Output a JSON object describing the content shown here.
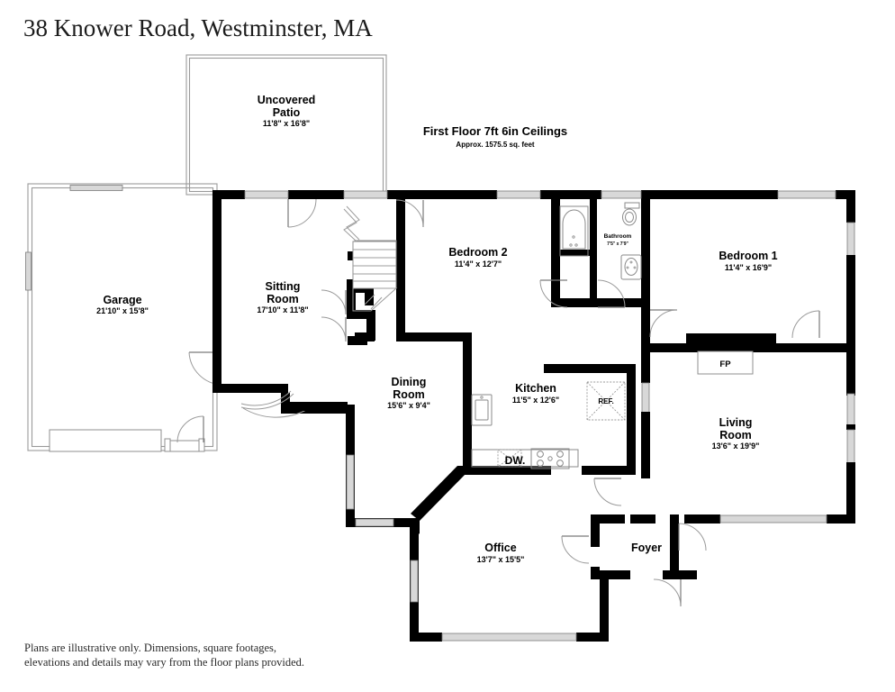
{
  "document": {
    "title": "38 Knower Road, Westminster, MA",
    "disclaimer_line1": "Plans are illustrative only. Dimensions, square footages,",
    "disclaimer_line2": "elevations and details may vary from the floor plans provided."
  },
  "plan_header": {
    "main": "First Floor 7ft 6in Ceilings",
    "sub": "Approx. 1575.5 sq. feet"
  },
  "rooms": [
    {
      "id": "uncovered-patio",
      "name_line1": "Uncovered",
      "name_line2": "Patio",
      "dimensions": "11'8\" x 16'8\""
    },
    {
      "id": "garage",
      "name_line1": "Garage",
      "name_line2": "",
      "dimensions": "21'10\" x 15'8\""
    },
    {
      "id": "sitting-room",
      "name_line1": "Sitting",
      "name_line2": "Room",
      "dimensions": "17'10\" x 11'8\""
    },
    {
      "id": "bedroom-2",
      "name_line1": "Bedroom 2",
      "name_line2": "",
      "dimensions": "11'4\" x 12'7\""
    },
    {
      "id": "bathroom",
      "name_line1": "Bathroom",
      "name_line2": "",
      "dimensions": "7'5\" x 7'9\""
    },
    {
      "id": "bedroom-1",
      "name_line1": "Bedroom 1",
      "name_line2": "",
      "dimensions": "11'4\" x 16'9\""
    },
    {
      "id": "living-room",
      "name_line1": "Living",
      "name_line2": "Room",
      "dimensions": "13'6\" x 19'9\""
    },
    {
      "id": "dining-room",
      "name_line1": "Dining",
      "name_line2": "Room",
      "dimensions": "15'6\" x 9'4\""
    },
    {
      "id": "kitchen",
      "name_line1": "Kitchen",
      "name_line2": "",
      "dimensions": "11'5\" x 12'6\""
    },
    {
      "id": "office",
      "name_line1": "Office",
      "name_line2": "",
      "dimensions": "13'7\" x 15'5\""
    },
    {
      "id": "foyer",
      "name_line1": "Foyer",
      "name_line2": "",
      "dimensions": ""
    }
  ],
  "annotations": {
    "refrigerator": "REF.",
    "dishwasher": "DW.",
    "fireplace": "FP"
  },
  "colors": {
    "wall": "#000000",
    "thin_wall": "#9a9a9a",
    "window": "#d8d8d8",
    "text": "#000000",
    "paper": "#ffffff"
  }
}
